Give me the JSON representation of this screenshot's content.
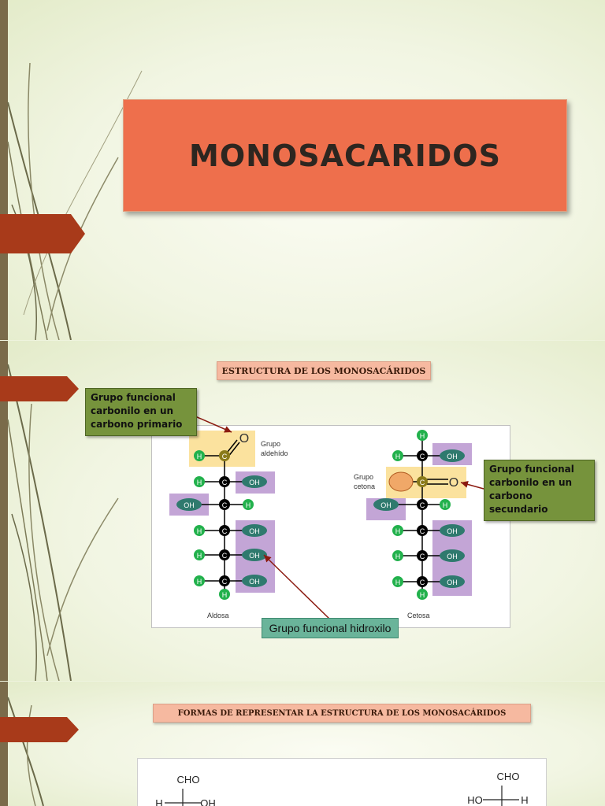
{
  "slide1": {
    "title": "MONOSACARIDOS"
  },
  "slide2": {
    "heading": "ESTRUCTURA DE LOS MONOSACÁRIDOS",
    "callout_primary": [
      "Grupo funcional",
      "carbonilo en un",
      "carbono primario"
    ],
    "callout_secondary": [
      "Grupo funcional",
      "carbonilo en un",
      "carbono",
      "secundario"
    ],
    "callout_hydroxyl": "Grupo funcional hidroxilo",
    "diagram": {
      "label_aldehyde": [
        "Grupo",
        "aldehído"
      ],
      "label_ketone": [
        "Grupo",
        "cetona"
      ],
      "label_aldose": "Aldosa",
      "label_ketose": "Cetosa",
      "atom_h": "H",
      "atom_c": "C",
      "atom_o": "O",
      "group_oh": "OH"
    }
  },
  "slide3": {
    "heading": "FORMAS DE REPRESENTAR LA ESTRUCTURA DE LOS MONOSACÁRIDOS",
    "left_formula": {
      "top": "CHO",
      "left": "H",
      "right": "OH"
    },
    "right_formula": {
      "top": "CHO",
      "left": "HO",
      "right": "H"
    }
  }
}
